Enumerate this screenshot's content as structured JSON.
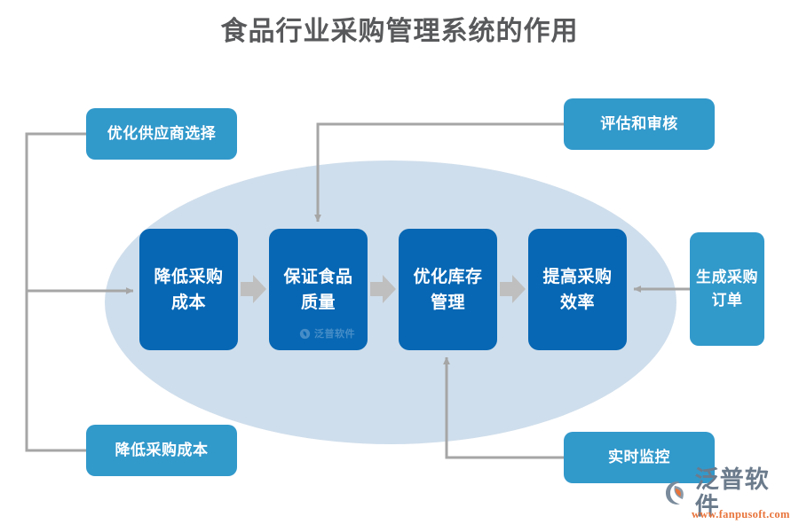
{
  "title": "食品行业采购管理系统的作用",
  "colors": {
    "title_text": "#58595b",
    "core_box": "#0767b4",
    "aux_box": "#3299cb",
    "ellipse": "#cfdeec",
    "connector": "#a6a6a6",
    "arrow_gray": "#bfbfbf",
    "logo_text": "#6b7b8c",
    "logo_url": "#e8743b",
    "background": "#ffffff"
  },
  "core_nodes": [
    {
      "id": "reduce-cost",
      "label": "降低采购\n成本"
    },
    {
      "id": "food-quality",
      "label": "保证食品\n质量"
    },
    {
      "id": "inventory",
      "label": "优化库存\n管理"
    },
    {
      "id": "efficiency",
      "label": "提高采购\n效率"
    }
  ],
  "aux_nodes": [
    {
      "id": "supplier-select",
      "label": "优化供应商选择"
    },
    {
      "id": "evaluate-audit",
      "label": "评估和审核"
    },
    {
      "id": "create-po",
      "label": "生成采购\n订单"
    },
    {
      "id": "lower-cost",
      "label": "降低采购成本"
    },
    {
      "id": "realtime",
      "label": "实时监控"
    }
  ],
  "brand": {
    "name": "泛普软件",
    "url": "www.fanpusoft.com",
    "watermark": "泛普软件"
  }
}
